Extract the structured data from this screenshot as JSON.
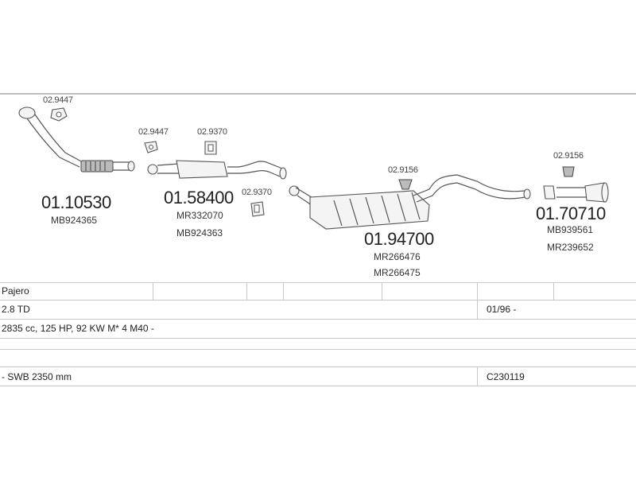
{
  "parts": [
    {
      "number": "01.10530",
      "oem": [
        "MB924365"
      ]
    },
    {
      "number": "01.58400",
      "oem": [
        "MR332070",
        "MB924363"
      ]
    },
    {
      "number": "01.94700",
      "oem": [
        "MR266476",
        "MR266475"
      ]
    },
    {
      "number": "01.70710",
      "oem": [
        "MB939561",
        "MR239652"
      ]
    }
  ],
  "accessories": [
    {
      "number": "02.9447"
    },
    {
      "number": "02.9447"
    },
    {
      "number": "02.9370"
    },
    {
      "number": "02.9370"
    },
    {
      "number": "02.9156"
    },
    {
      "number": "02.9156"
    }
  ],
  "vehicle": {
    "model": "Pajero",
    "engine": "2.8 TD",
    "date": "01/96 -",
    "spec": "2835 cc, 125 HP, 92 KW M* 4 M40 -",
    "wheelbase": "- SWB 2350 mm",
    "code": "C230119"
  }
}
